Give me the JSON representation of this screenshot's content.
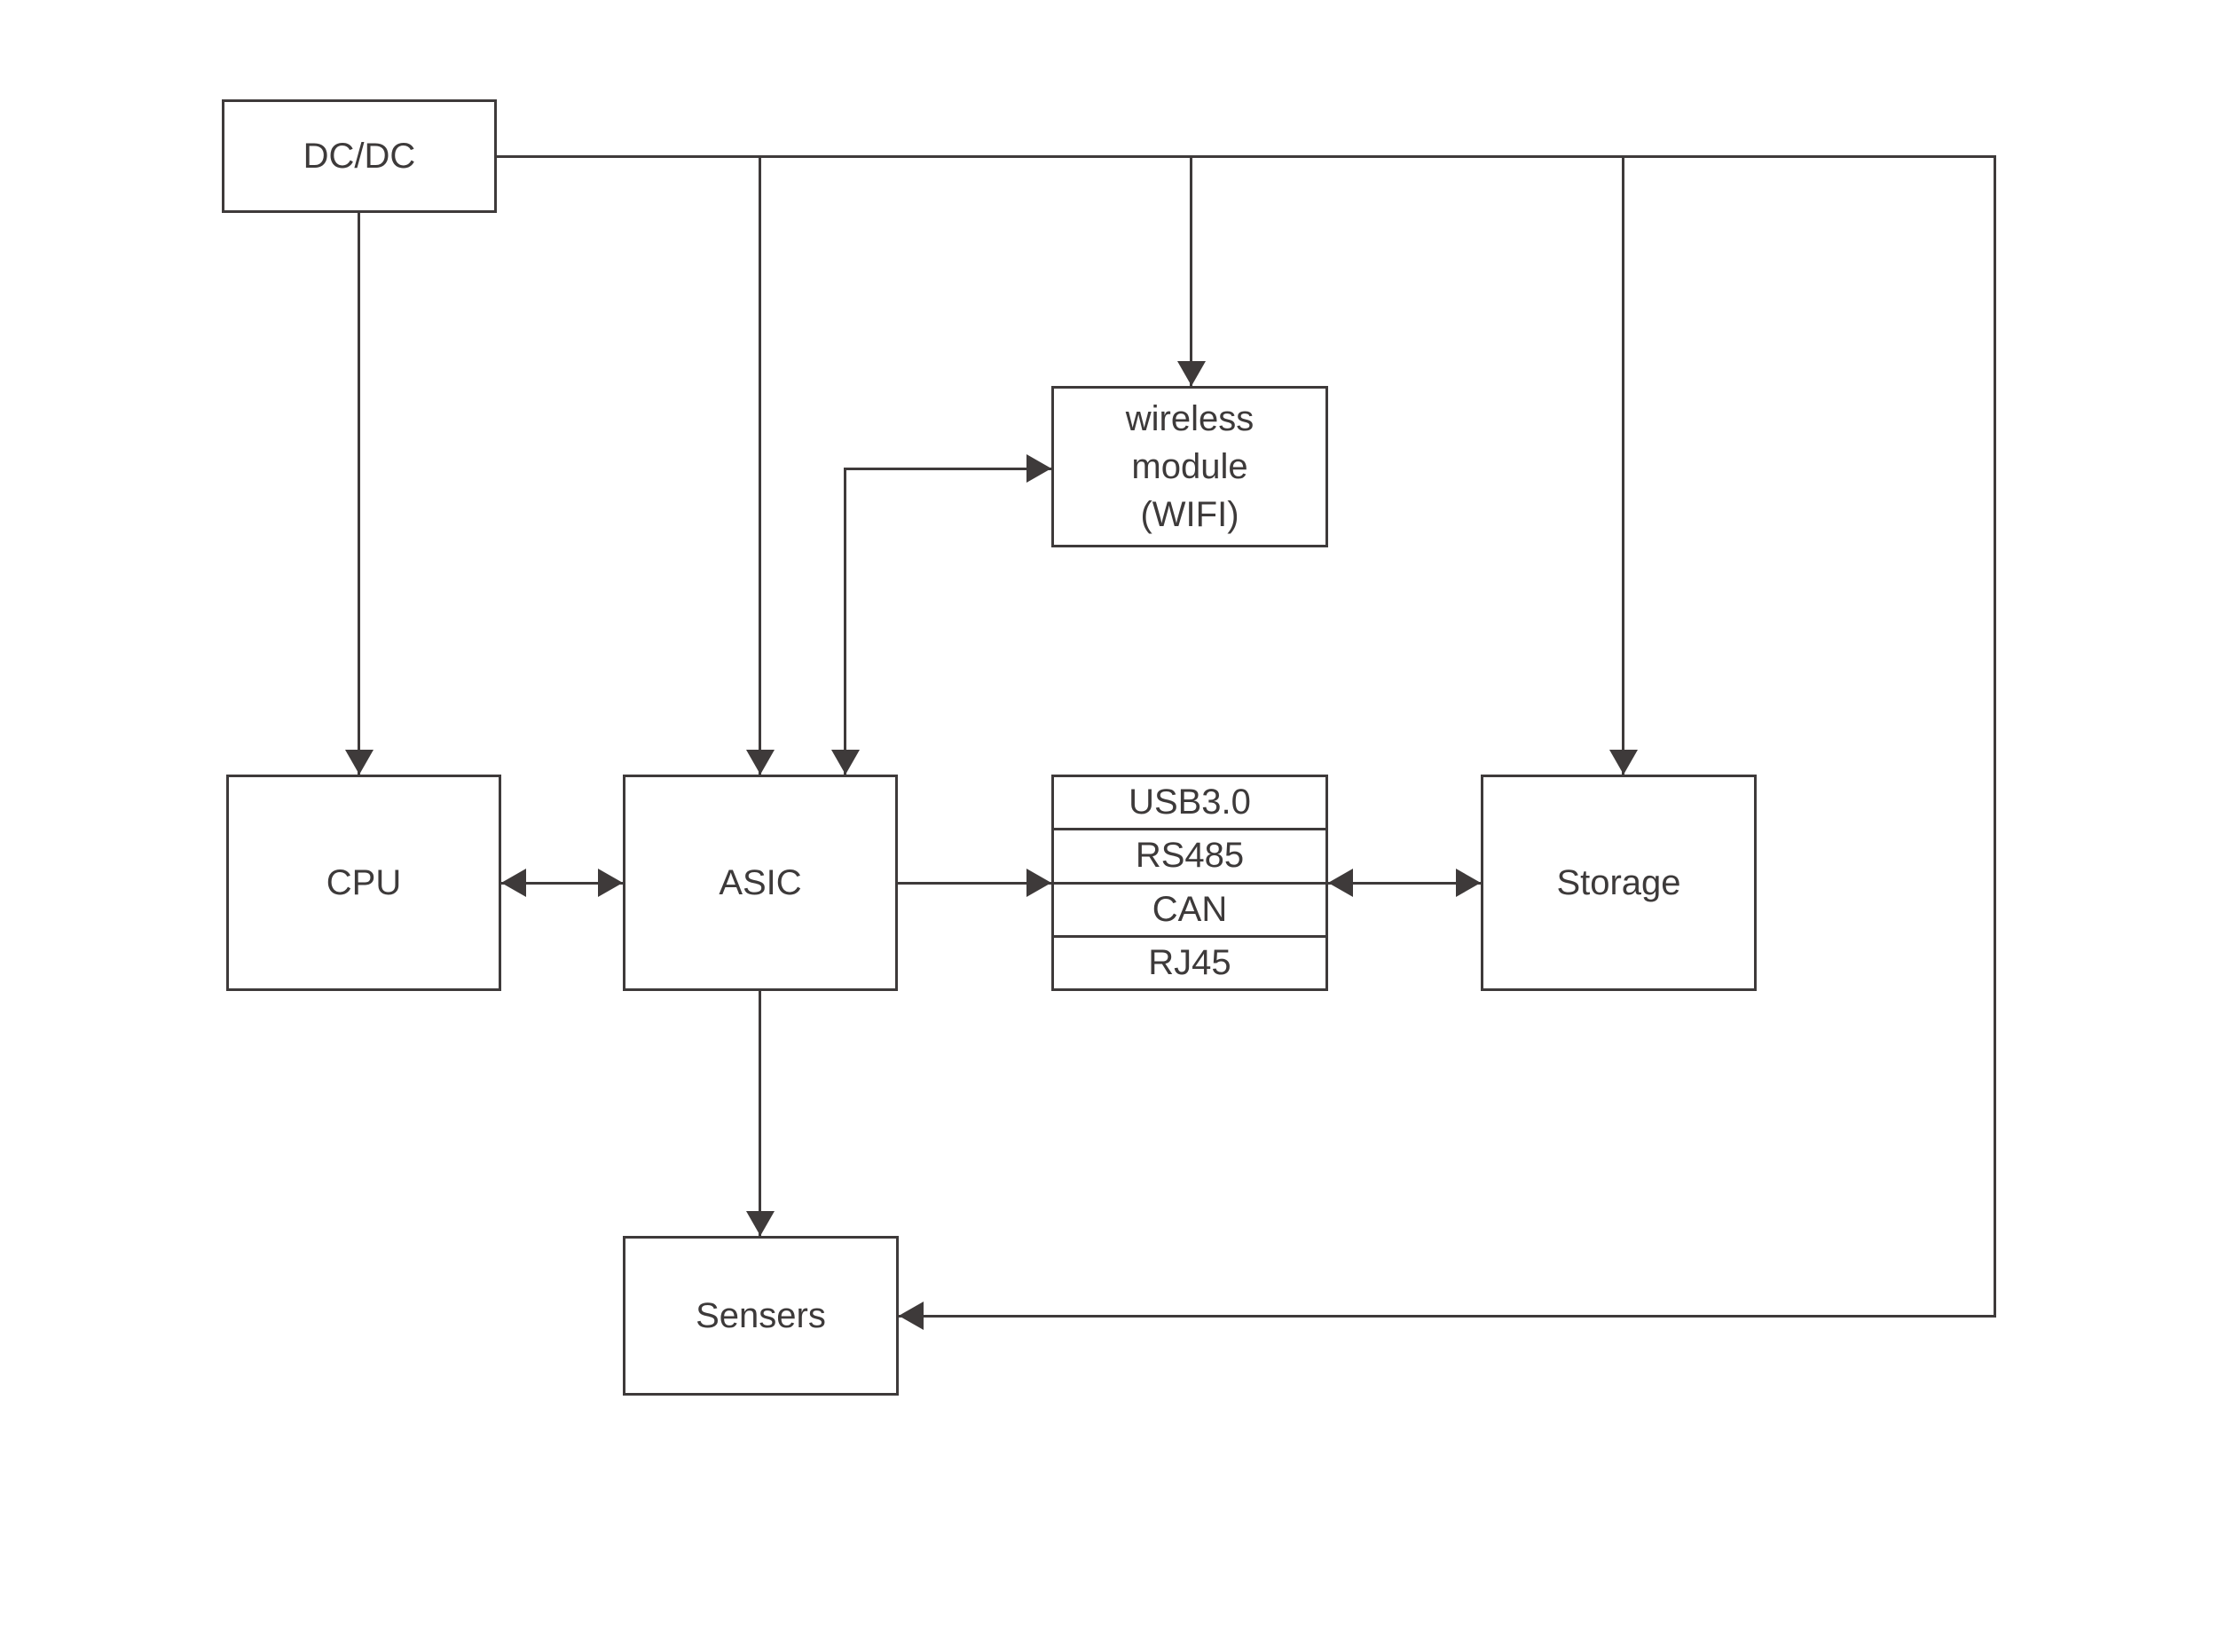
{
  "diagram": {
    "type": "block-diagram",
    "background_color": "#ffffff",
    "line_color": "#3e3a3a",
    "text_color": "#3d3a3a",
    "nodes": {
      "dcdc": {
        "label": "DC/DC"
      },
      "cpu": {
        "label": "CPU"
      },
      "asic": {
        "label": "ASIC"
      },
      "wireless": {
        "label": "wireless\nmodule\n(WIFI)"
      },
      "storage": {
        "label": "Storage"
      },
      "sensors": {
        "label": "Sensers"
      },
      "interfaces": {
        "rows": [
          "USB3.0",
          "RS485",
          "CAN",
          "RJ45"
        ]
      }
    },
    "edges": [
      {
        "from": "dcdc",
        "to": "cpu",
        "arrow": "to"
      },
      {
        "from": "dcdc",
        "to": "asic",
        "arrow": "to"
      },
      {
        "from": "dcdc",
        "to": "wireless",
        "arrow": "to"
      },
      {
        "from": "dcdc",
        "to": "storage",
        "arrow": "to"
      },
      {
        "from": "dcdc",
        "to": "sensors",
        "arrow": "to"
      },
      {
        "from": "asic",
        "to": "wireless",
        "arrow": "both"
      },
      {
        "from": "cpu",
        "to": "asic",
        "arrow": "both"
      },
      {
        "from": "asic",
        "to": "interfaces",
        "arrow": "to"
      },
      {
        "from": "interfaces",
        "to": "storage",
        "arrow": "both"
      },
      {
        "from": "asic",
        "to": "sensors",
        "arrow": "to"
      }
    ]
  }
}
